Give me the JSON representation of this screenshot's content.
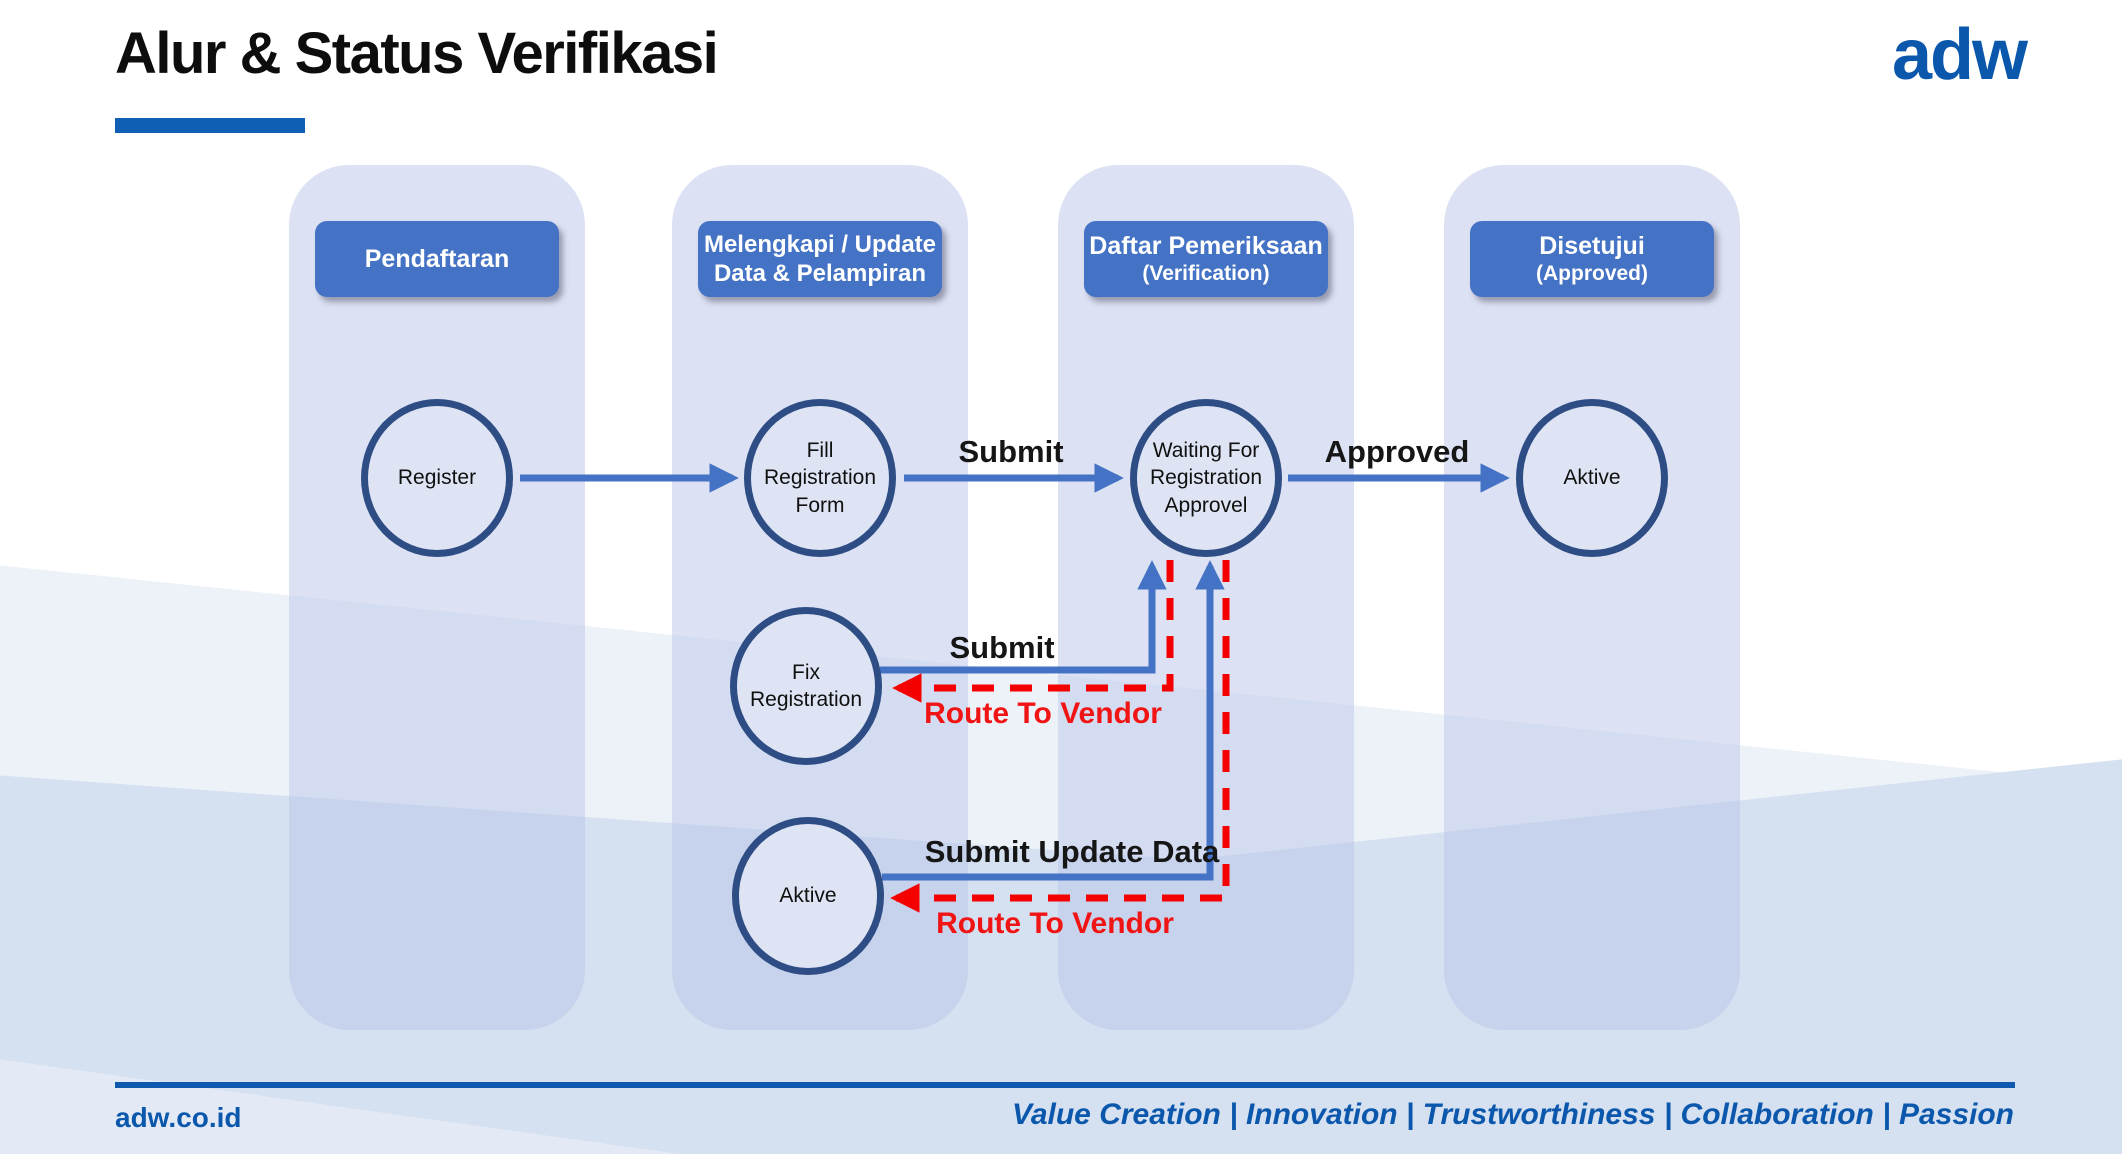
{
  "title": "Alur & Status Verifikasi",
  "logo_text": "adw",
  "colors": {
    "accent_blue": "#4472C4",
    "circle_stroke_navy": "#2E4D85",
    "column_bg": "#DCE2F3",
    "red": "#F01414",
    "brand_blue": "#0A57AC",
    "title_underline": "#0F5FB4"
  },
  "columns": [
    {
      "header_line1": "Pendaftaran",
      "header_line2": ""
    },
    {
      "header_line1": "Melengkapi / Update",
      "header_line2": "Data & Pelampiran"
    },
    {
      "header_line1": "Daftar Pemeriksaan",
      "header_line2": "(Verification)"
    },
    {
      "header_line1": "Disetujui",
      "header_line2": "(Approved)"
    }
  ],
  "nodes": [
    {
      "label": "Register"
    },
    {
      "label": "Fill Registration Form"
    },
    {
      "label": "Waiting For Registration Approvel"
    },
    {
      "label": "Aktive"
    },
    {
      "label": "Fix Registration"
    },
    {
      "label": "Aktive"
    }
  ],
  "edge_labels": {
    "submit_1": "Submit",
    "approved": "Approved",
    "submit_2": "Submit",
    "route_to_vendor_1": "Route To Vendor",
    "submit_update_data": "Submit Update Data",
    "route_to_vendor_2": "Route To Vendor"
  },
  "footer": {
    "site": "adw.co.id",
    "tagline": "Value Creation | Innovation | Trustworthiness | Collaboration | Passion"
  }
}
